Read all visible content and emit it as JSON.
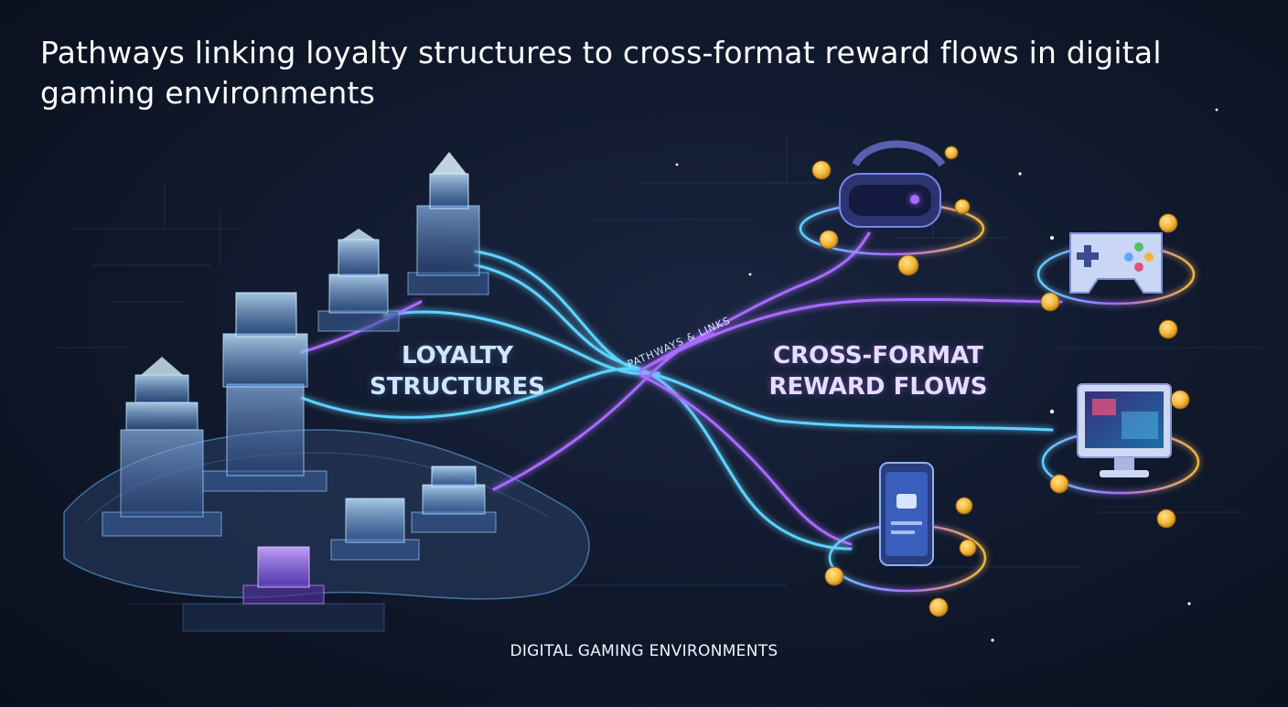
{
  "title": "Pathways linking loyalty structures to cross-format reward flows in digital gaming environments",
  "labels": {
    "loyalty": [
      "LOYALTY",
      "STRUCTURES"
    ],
    "cross_format": [
      "CROSS-FORMAT",
      "REWARD FLOWS"
    ],
    "pathways": "PATHWAYS & LINKS",
    "footer": "DIGITAL GAMING ENVIRONMENTS"
  },
  "colors": {
    "cyan": "#5fd3ff",
    "violet": "#a86bff",
    "coin": "#f2b63a",
    "crystal": "#9fd0ff"
  },
  "icons": [
    "vr-headset-icon",
    "game-controller-icon",
    "monitor-icon",
    "smartphone-icon",
    "coin-icon"
  ]
}
